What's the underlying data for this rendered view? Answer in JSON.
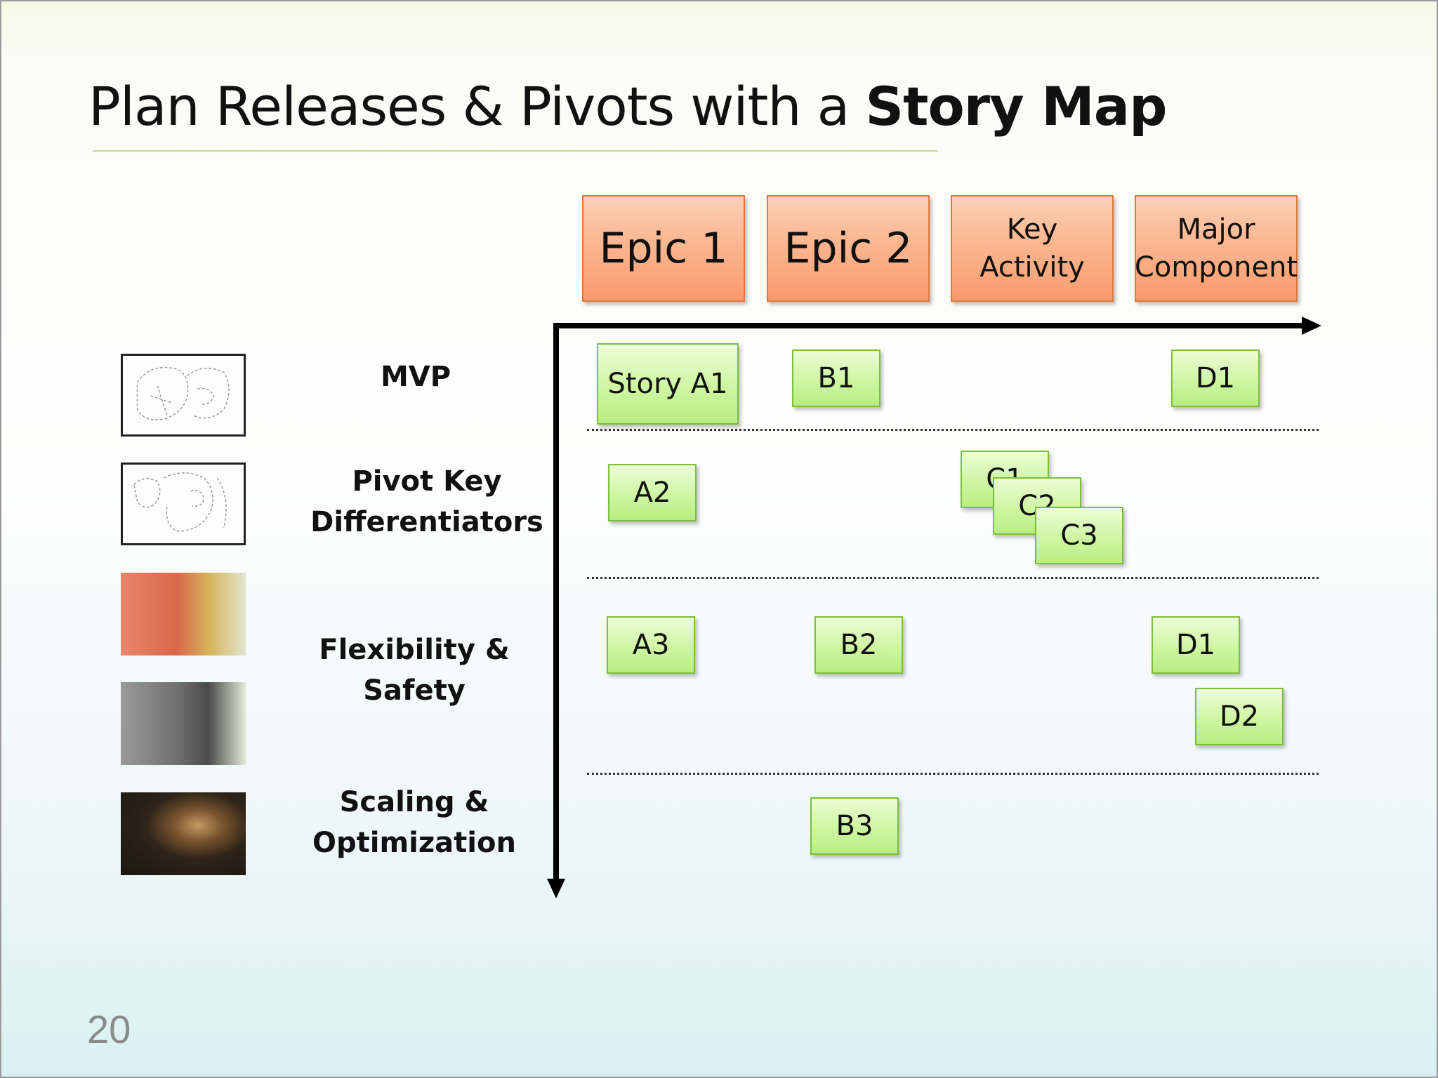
{
  "slide": {
    "title_regular": "Plan Releases & Pivots with a ",
    "title_bold": "Story Map",
    "page_number": "20"
  },
  "epics": [
    {
      "label": "Epic 1"
    },
    {
      "label": "Epic 2"
    },
    {
      "label": "Key\nActivity"
    },
    {
      "label": "Major\nComponent"
    }
  ],
  "rows": [
    {
      "label": "MVP"
    },
    {
      "label": "Pivot Key\nDifferentiators"
    },
    {
      "label": "Flexibility &\nSafety"
    },
    {
      "label": "Scaling &\nOptimization"
    }
  ],
  "thumbnails": [
    {
      "icon": "line-sketch-1"
    },
    {
      "icon": "line-sketch-2"
    },
    {
      "icon": "color-study"
    },
    {
      "icon": "grayscale-study"
    },
    {
      "icon": "finished-portrait"
    }
  ],
  "stories": [
    {
      "label": "Story A1"
    },
    {
      "label": "B1"
    },
    {
      "label": "D1"
    },
    {
      "label": "A2"
    },
    {
      "label": "C1"
    },
    {
      "label": "C2"
    },
    {
      "label": "C3"
    },
    {
      "label": "A3"
    },
    {
      "label": "B2"
    },
    {
      "label": "D1"
    },
    {
      "label": "D2"
    },
    {
      "label": "B3"
    }
  ]
}
